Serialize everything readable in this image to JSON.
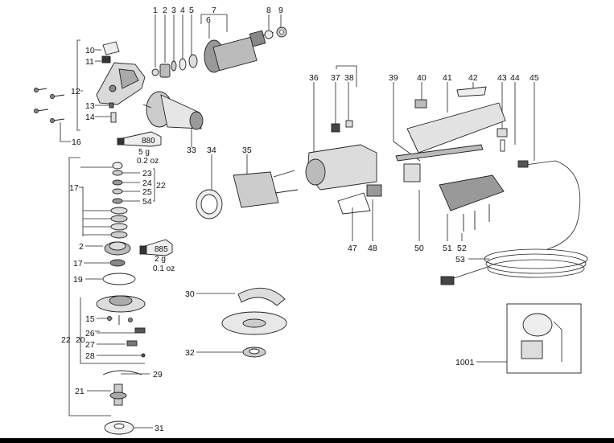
{
  "parts": {
    "p1": "1",
    "p2": "2",
    "p3": "3",
    "p4": "4",
    "p5": "5",
    "p6": "6",
    "p7": "7",
    "p8": "8",
    "p9": "9",
    "p10": "10",
    "p11": "11",
    "p12": "12",
    "p13": "13",
    "p14": "14",
    "p16": "16",
    "p15": "15",
    "p17a": "17",
    "p17b": "17",
    "p19": "19",
    "p20": "20",
    "p21": "21",
    "p22a": "22",
    "p22b": "22",
    "p23": "23",
    "p24": "24",
    "p25": "25",
    "p26": "26",
    "p27": "27",
    "p28": "28",
    "p29": "29",
    "p2b": "2",
    "p30": "30",
    "p31": "31",
    "p32": "32",
    "p33": "33",
    "p34": "34",
    "p35": "35",
    "p36": "36",
    "p37": "37",
    "p38": "38",
    "p39": "39",
    "p40": "40",
    "p41": "41",
    "p42": "42",
    "p43": "43",
    "p44": "44",
    "p45": "45",
    "p47": "47",
    "p48": "48",
    "p50": "50",
    "p51": "51",
    "p52": "52",
    "p53": "53",
    "p54": "54",
    "p1001": "1001"
  },
  "tubes": {
    "grease_top_label": "880",
    "grease_top_g": "5 g",
    "grease_top_oz": "0.2 oz",
    "grease_mid_label": "885",
    "grease_mid_g": "2 g",
    "grease_mid_oz": "0.1 oz"
  }
}
